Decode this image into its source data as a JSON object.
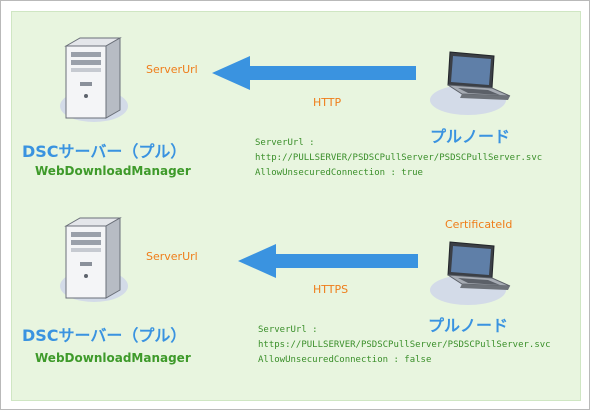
{
  "colors": {
    "panel_background": "#e8f5df",
    "arrow": "#3a93e0",
    "title_blue": "#3a93e0",
    "note_green": "#3a8f2a",
    "label_orange": "#ef7d1a"
  },
  "top": {
    "server_label": "DSCサーバー（プル）",
    "server_module": "WebDownloadManager",
    "server_url_label": "ServerUrl",
    "protocol": "HTTP",
    "node_label": "プルノード",
    "config": {
      "line1": "ServerUrl :",
      "line2": "http://PULLSERVER/PSDSCPullServer/PSDSCPullServer.svc",
      "line3": "AllowUnsecuredConnection : true"
    }
  },
  "bottom": {
    "server_label": "DSCサーバー（プル）",
    "server_module": "WebDownloadManager",
    "server_url_label": "ServerUrl",
    "certificate_label": "CertificateId",
    "protocol": "HTTPS",
    "node_label": "プルノード",
    "config": {
      "line1": "ServerUrl :",
      "line2": "https://PULLSERVER/PSDSCPullServer/PSDSCPullServer.svc",
      "line3": "AllowUnsecuredConnection : false"
    }
  },
  "icons": {
    "server": "server-tower-icon",
    "node": "laptop-icon",
    "arrow": "left-arrow-icon"
  }
}
